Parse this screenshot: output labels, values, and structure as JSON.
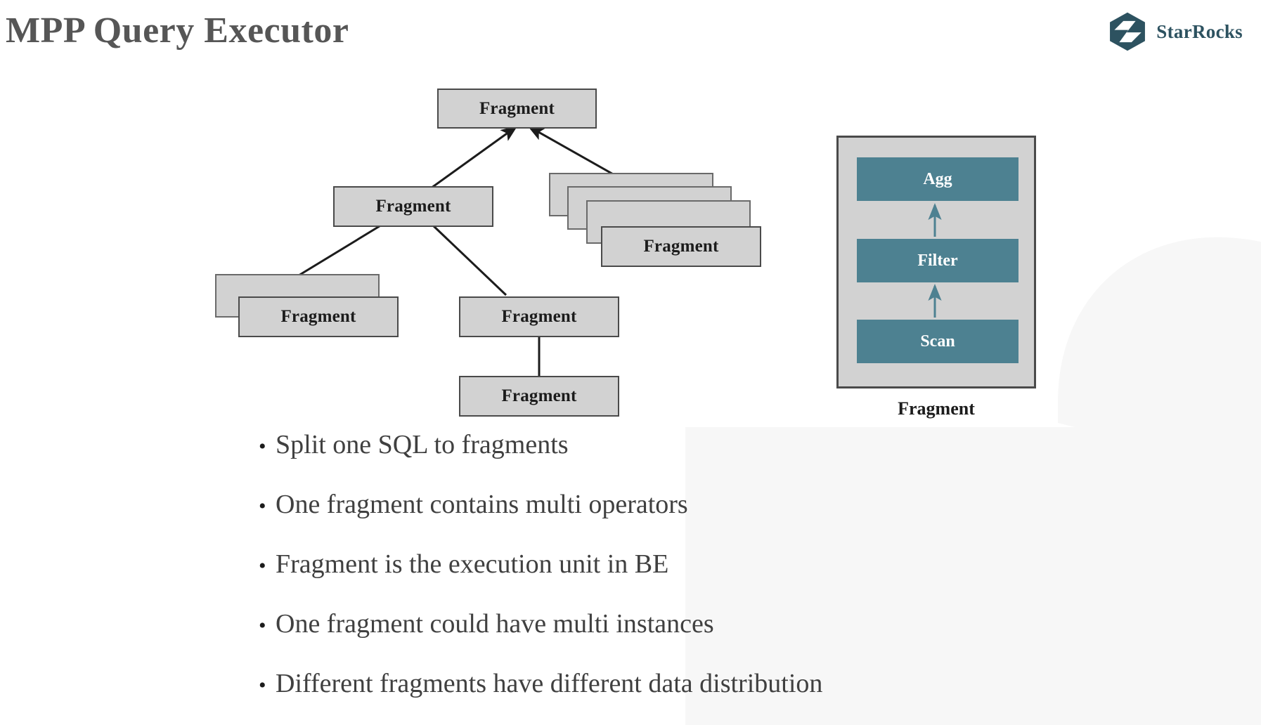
{
  "header": {
    "title": "MPP Query Executor",
    "brand_name": "StarRocks",
    "brand_logo_icon": "starrocks-hexagon-logo-icon",
    "brand_color": "#2d5260",
    "title_color": "#565656"
  },
  "colors": {
    "fragment_fill": "#d2d2d2",
    "fragment_border": "#4a4a4a",
    "operator_teal": "#4d8191",
    "panel_fill": "#d2d2d2",
    "deco_gray": "#f7f7f7",
    "text_dark": "#404040"
  },
  "fragment_tree": {
    "label": "Fragment",
    "nodes": [
      {
        "id": "root",
        "label": "Fragment",
        "stack_count": 1
      },
      {
        "id": "left-mid",
        "label": "Fragment",
        "stack_count": 1
      },
      {
        "id": "right-stack",
        "label": "Fragment",
        "stack_count": 4
      },
      {
        "id": "left-stack",
        "label": "Fragment",
        "stack_count": 2
      },
      {
        "id": "mid-leaf",
        "label": "Fragment",
        "stack_count": 1
      },
      {
        "id": "bottom-leaf",
        "label": "Fragment",
        "stack_count": 1
      }
    ],
    "edges": [
      {
        "from": "left-mid",
        "to": "root"
      },
      {
        "from": "right-stack",
        "to": "root"
      },
      {
        "from": "left-stack",
        "to": "left-mid"
      },
      {
        "from": "mid-leaf",
        "to": "left-mid"
      },
      {
        "from": "bottom-leaf",
        "to": "mid-leaf"
      }
    ]
  },
  "operator_panel": {
    "caption": "Fragment",
    "operators": [
      {
        "id": "agg",
        "label": "Agg"
      },
      {
        "id": "filter",
        "label": "Filter"
      },
      {
        "id": "scan",
        "label": "Scan"
      }
    ],
    "flow": [
      "Scan",
      "Filter",
      "Agg"
    ]
  },
  "bullets": {
    "marker": "•",
    "items": [
      "Split one SQL to fragments",
      "One fragment contains multi operators",
      "Fragment is the execution unit in BE",
      "One fragment could have multi instances",
      "Different fragments have different data distribution"
    ]
  }
}
